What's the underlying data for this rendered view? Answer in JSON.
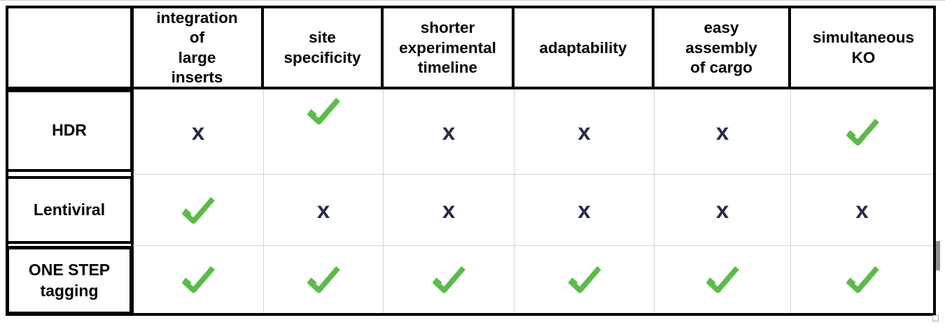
{
  "colors": {
    "check_green": "#5bbb4a",
    "x_navy": "#262b49",
    "border_black": "#000000",
    "grid_gray": "#d4d4d4"
  },
  "table": {
    "columns": [
      "",
      "integration\nof\nlarge\ninserts",
      "site\nspecificity",
      "shorter\nexperimental\ntimeline",
      "adaptability",
      "easy\nassembly\nof cargo",
      "simultaneous\nKO"
    ],
    "rows": [
      {
        "label": "HDR",
        "cells": [
          "x",
          "check",
          "x",
          "x",
          "x",
          "check"
        ]
      },
      {
        "label": "Lentiviral",
        "cells": [
          "check",
          "x",
          "x",
          "x",
          "x",
          "x"
        ]
      },
      {
        "label": "ONE STEP\ntagging",
        "cells": [
          "check",
          "check",
          "check",
          "check",
          "check",
          "check"
        ]
      }
    ]
  },
  "chart_data": {
    "type": "table",
    "title": "",
    "columns": [
      "",
      "integration of large inserts",
      "site specificity",
      "shorter experimental timeline",
      "adaptability",
      "easy assembly of cargo",
      "simultaneous KO"
    ],
    "rows": [
      {
        "label": "HDR",
        "values": [
          "no",
          "yes",
          "no",
          "no",
          "no",
          "yes"
        ]
      },
      {
        "label": "Lentiviral",
        "values": [
          "yes",
          "no",
          "no",
          "no",
          "no",
          "no"
        ]
      },
      {
        "label": "ONE STEP tagging",
        "values": [
          "yes",
          "yes",
          "yes",
          "yes",
          "yes",
          "yes"
        ]
      }
    ]
  }
}
